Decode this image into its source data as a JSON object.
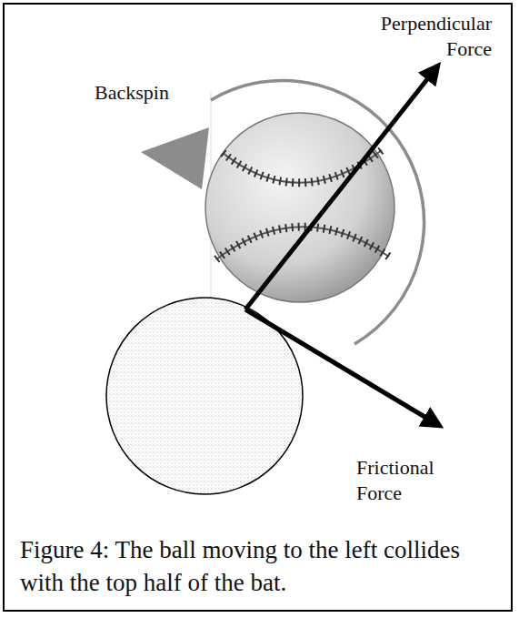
{
  "diagram": {
    "caption": "Figure 4: The ball moving to the left collides with the top half of the bat.",
    "labels": [
      "Perpendicular Force",
      "Backspin",
      "Frictional Force"
    ]
  }
}
